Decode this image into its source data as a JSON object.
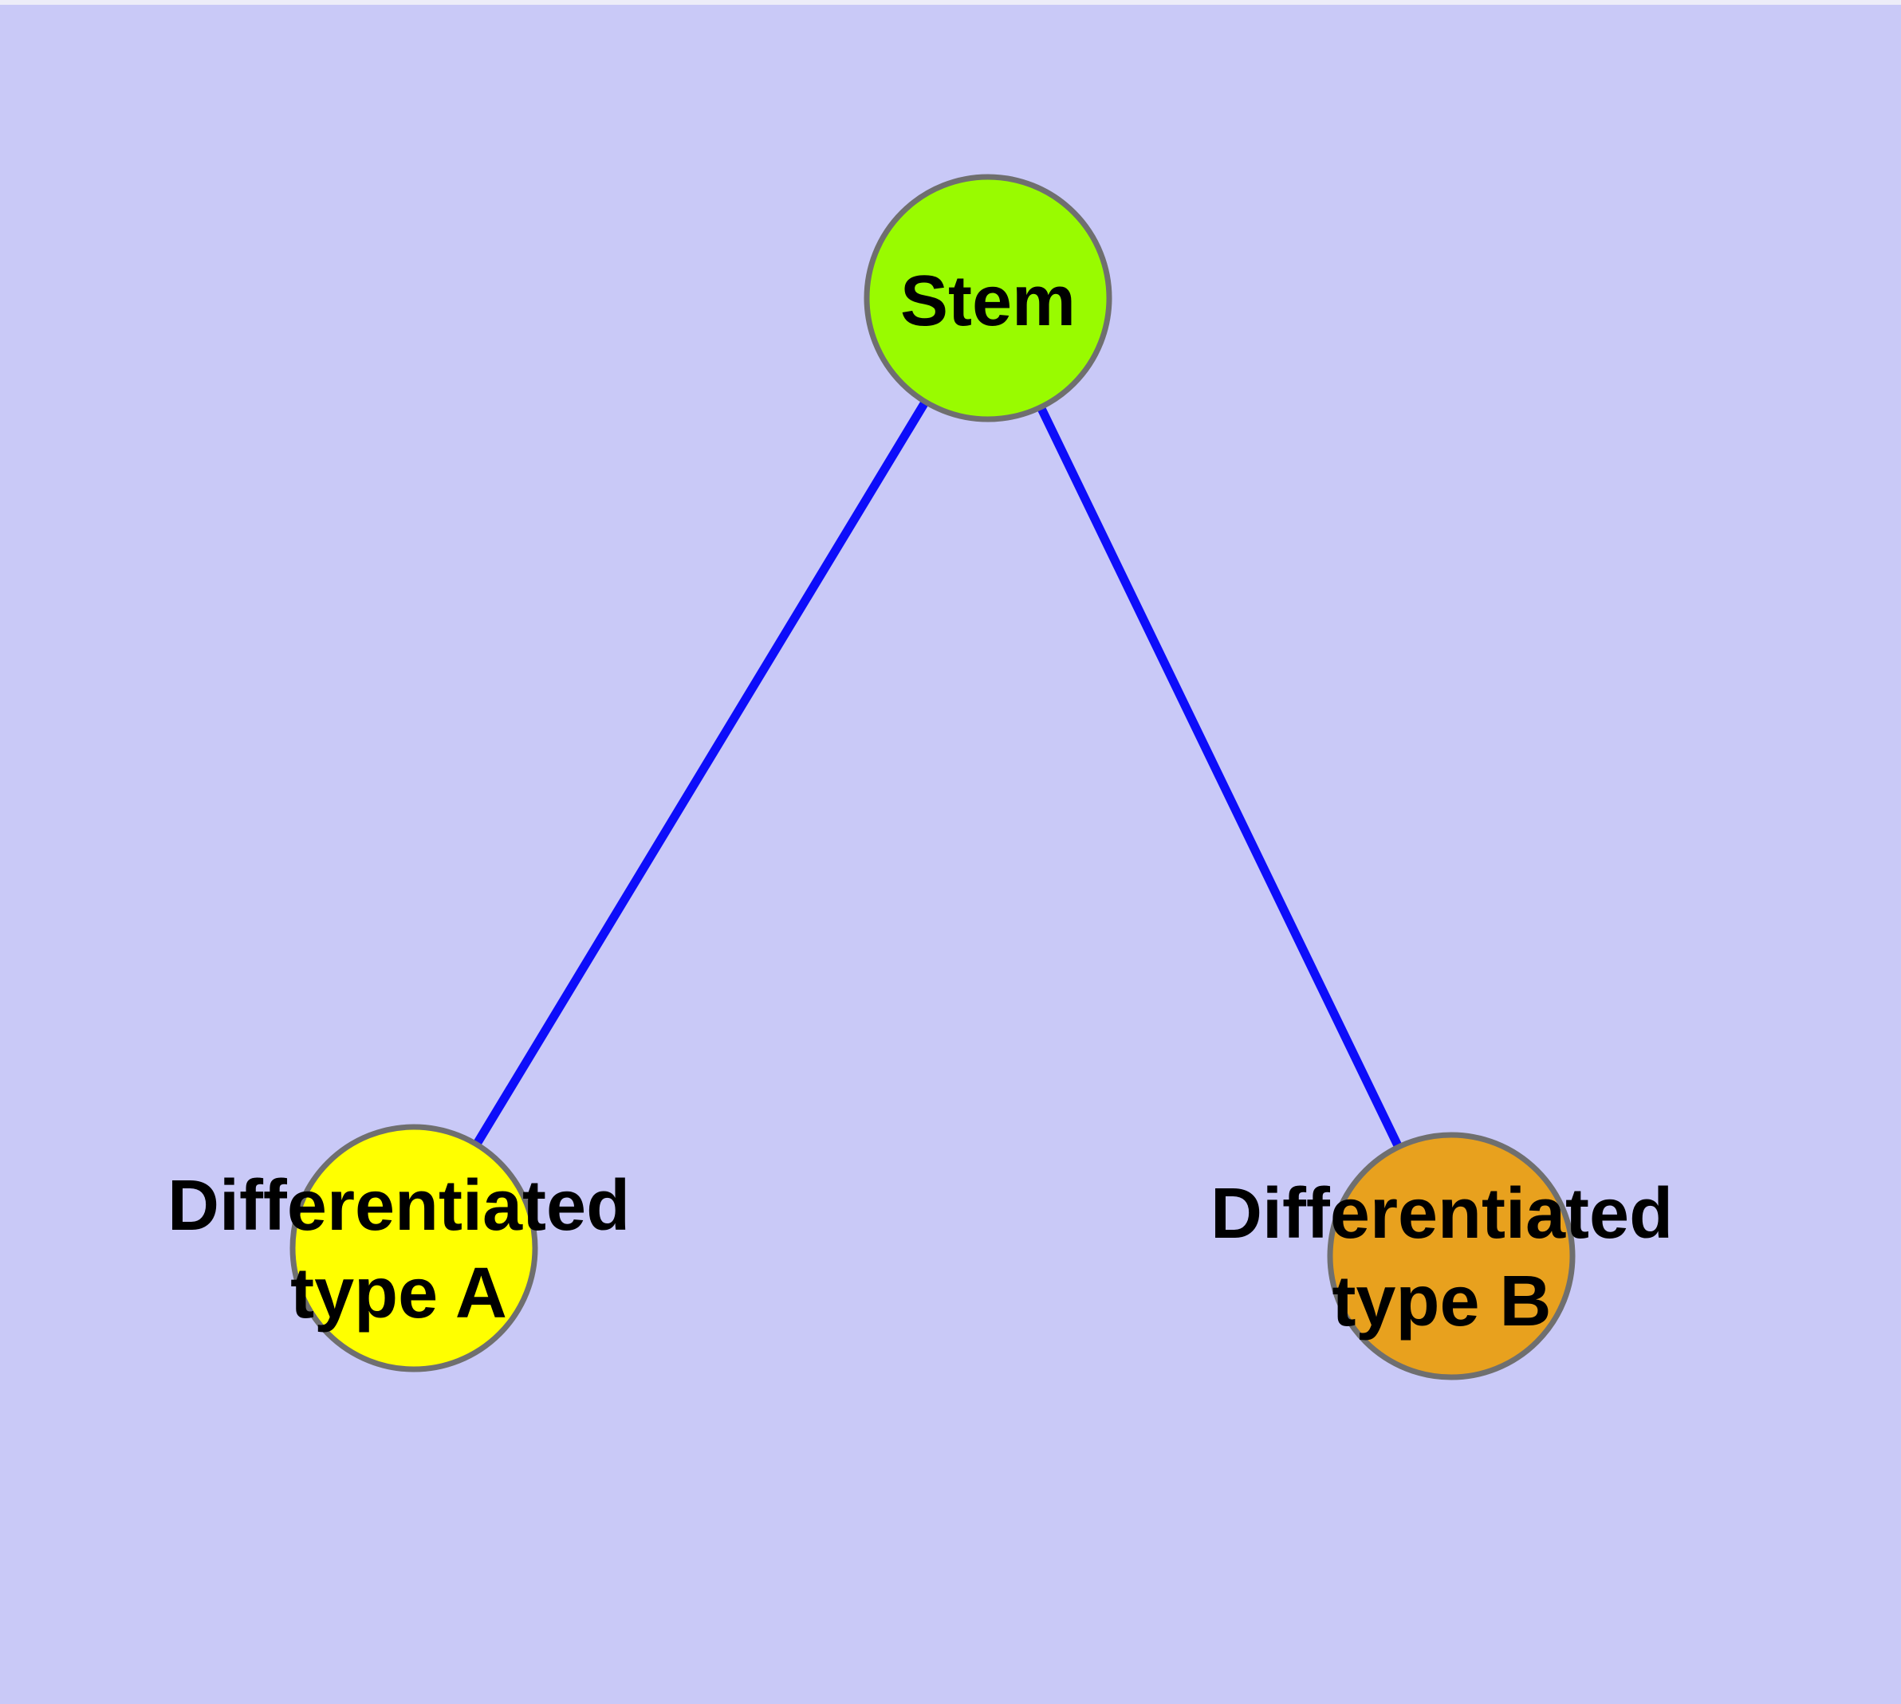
{
  "diagram": {
    "type": "graph",
    "background_color": "#c9c9f7",
    "top_edge_strip_color": "#ededf8",
    "edge_color": "#0d0dfa",
    "node_border_color": "#6f6f6f",
    "text_color": "#000000",
    "nodes": {
      "stem": {
        "label": "Stem",
        "fill_color": "#99fb00"
      },
      "type_a": {
        "label_line1": "Differentiated",
        "label_line2": "type A",
        "fill_color": "#ffff00"
      },
      "type_b": {
        "label_line1": "Differentiated",
        "label_line2": "type B",
        "fill_color": "#e8a11e"
      }
    },
    "edges": [
      {
        "from": "Stem",
        "to": "Differentiated type A"
      },
      {
        "from": "Stem",
        "to": "Differentiated type B"
      }
    ]
  }
}
